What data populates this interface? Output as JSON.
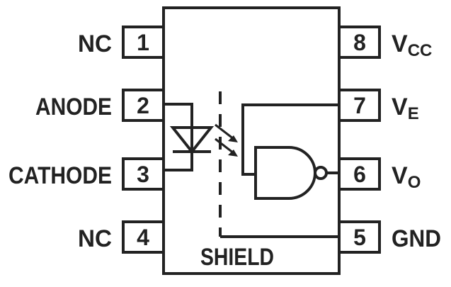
{
  "colors": {
    "line": "#222222",
    "background": "#ffffff"
  },
  "pins": {
    "left": [
      {
        "number": "1",
        "label": "NC"
      },
      {
        "number": "2",
        "label": "ANODE"
      },
      {
        "number": "3",
        "label": "CATHODE"
      },
      {
        "number": "4",
        "label": "NC"
      }
    ],
    "right": [
      {
        "number": "8",
        "label_main": "V",
        "label_sub": "CC"
      },
      {
        "number": "7",
        "label_main": "V",
        "label_sub": "E"
      },
      {
        "number": "6",
        "label_main": "V",
        "label_sub": "O"
      },
      {
        "number": "5",
        "label_main": "GND",
        "label_sub": ""
      }
    ]
  },
  "shield_label": "SHIELD",
  "icons": {
    "led": "led-diode-icon",
    "light": "light-emission-arrows-icon",
    "gate": "nand-gate-icon"
  }
}
